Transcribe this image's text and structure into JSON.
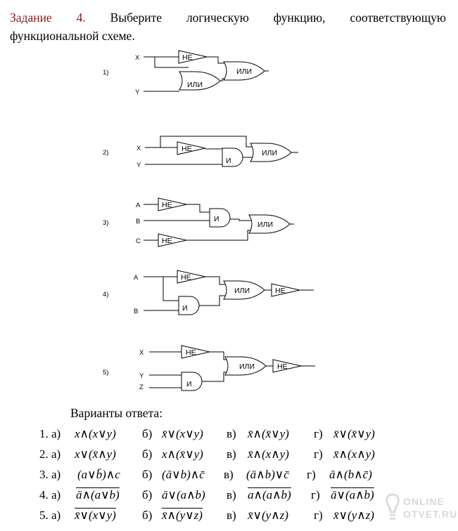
{
  "task": {
    "label": "Задание 4.",
    "text_line1": "Выберите логическую функцию, соответствующую",
    "text_line2": "функциональной схеме."
  },
  "gates": {
    "not": "НЕ",
    "or": "ИЛИ",
    "and": "И"
  },
  "circuits": [
    {
      "number": "1)",
      "inputs": [
        "X",
        "Y"
      ]
    },
    {
      "number": "2)",
      "inputs": [
        "X",
        "Y"
      ]
    },
    {
      "number": "3)",
      "inputs": [
        "A",
        "B",
        "C"
      ]
    },
    {
      "number": "4)",
      "inputs": [
        "A",
        "B"
      ]
    },
    {
      "number": "5)",
      "inputs": [
        "X",
        "Y",
        "Z"
      ]
    }
  ],
  "answers_title": "Варианты ответа:",
  "answers": [
    {
      "num": "1. а)",
      "a": "x∧(x∨y)",
      "b_label": "б)",
      "b": "x̄∨(x∨y)",
      "c_label": "в)",
      "c": "x̄∧(x̄∨y)",
      "d_label": "г)",
      "d": "x̄∨(x̄∨y)"
    },
    {
      "num": "2. а)",
      "a": "x∨(x̄∧y)",
      "b_label": "б)",
      "b": "x∧(x̄∨y)",
      "c_label": "в)",
      "c": "x̄∧(x∧y)",
      "d_label": "г)",
      "d": "x̄∧(x∧y)"
    },
    {
      "num": "3. а)",
      "a": "(a∨b̄)∧c",
      "b_label": "б)",
      "b": "(ā∨b)∧c̄",
      "c_label": "в)",
      "c": "(ā∧b)∨c̄",
      "d_label": "г)",
      "d": "ā∧(b∧c̄)"
    },
    {
      "num": "4. а)",
      "a": "ā∧(a∨b)",
      "b_label": "б)",
      "b": "ā∨(a∧b)",
      "c_label": "в)",
      "c": "a∧(a∧b)",
      "d_label": "г)",
      "d": "ā∨(a∧b)"
    },
    {
      "num": "5. а)",
      "a": "x̄∨(x∨y)",
      "b_label": "б)",
      "b": "x̄∧(y∨z)",
      "c_label": "в)",
      "c": "x̄∨(y∧z)",
      "d_label": "г)",
      "d": "x̄∨(y∧z)"
    }
  ],
  "watermark": {
    "line1": "ONLINE",
    "line2": "OTVET.RU"
  }
}
